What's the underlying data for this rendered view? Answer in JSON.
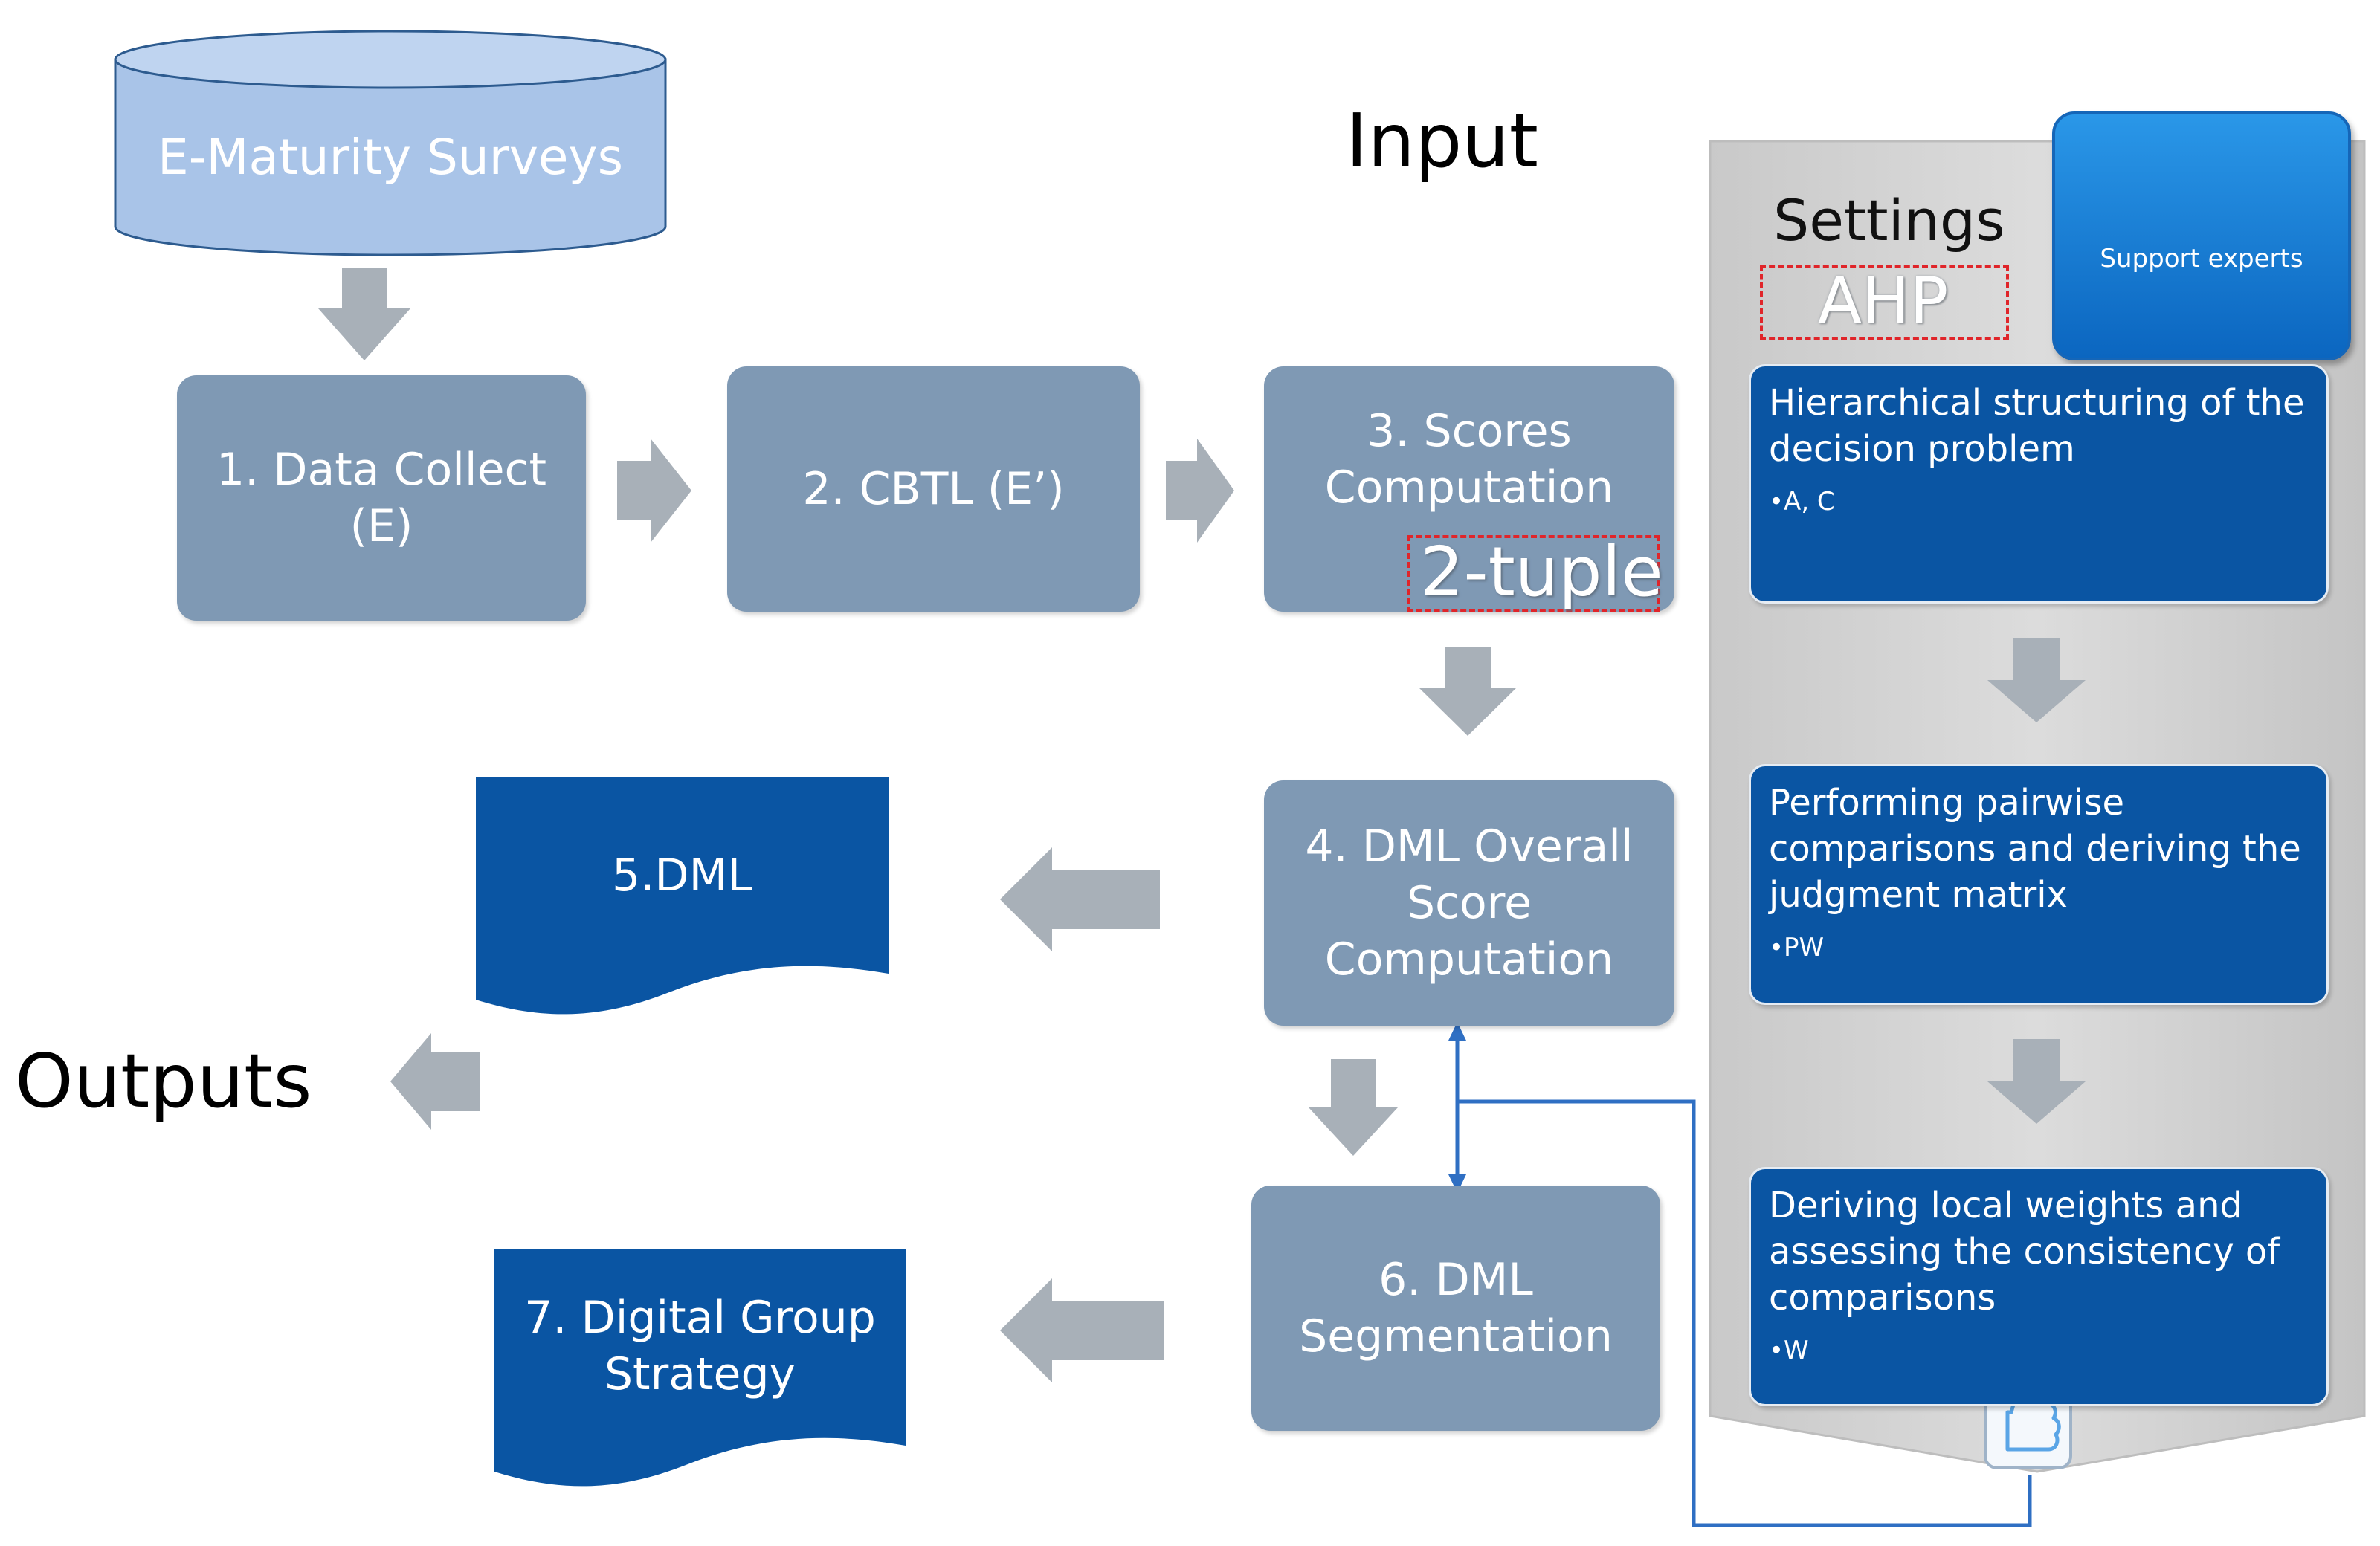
{
  "database": {
    "label": "E-Maturity Surveys"
  },
  "labels": {
    "input": "Input",
    "outputs": "Outputs",
    "settings": "Settings"
  },
  "steps": {
    "data_collect": "1. Data Collect\n(E)",
    "cbtl": "2. CBTL (E’)",
    "scores": "3. Scores\nComputation",
    "dml_overall": "4. DML Overall\nScore\nComputation",
    "dml_segmentation": "6. DML\nSegmentation"
  },
  "tags": {
    "ahp": "AHP",
    "two_tuple": "2-tuple"
  },
  "documents": {
    "dml": "5.DML",
    "strategy": "7. Digital Group\nStrategy"
  },
  "support": {
    "label": "Support experts",
    "icons": [
      "laptop-icon",
      "gear-icon"
    ]
  },
  "ahp_steps": [
    {
      "title": "Hierarchical structuring of the\ndecision problem",
      "bullet": "•A, C"
    },
    {
      "title": "Performing pairwise\ncomparisons and deriving the\njudgment matrix",
      "bullet": "•PW"
    },
    {
      "title": "Deriving local weights and\nassessing the consistency of\ncomparisons",
      "bullet": "•W"
    }
  ],
  "colors": {
    "step_box": "#7f99b4",
    "doc_fill": "#0a55a3",
    "arrow": "#a8b0b8",
    "connector": "#2f6fc3",
    "panel": "#d3d3d3",
    "db_fill": "#a9c4e8"
  },
  "icons": [
    "thumbs-up-icon"
  ]
}
